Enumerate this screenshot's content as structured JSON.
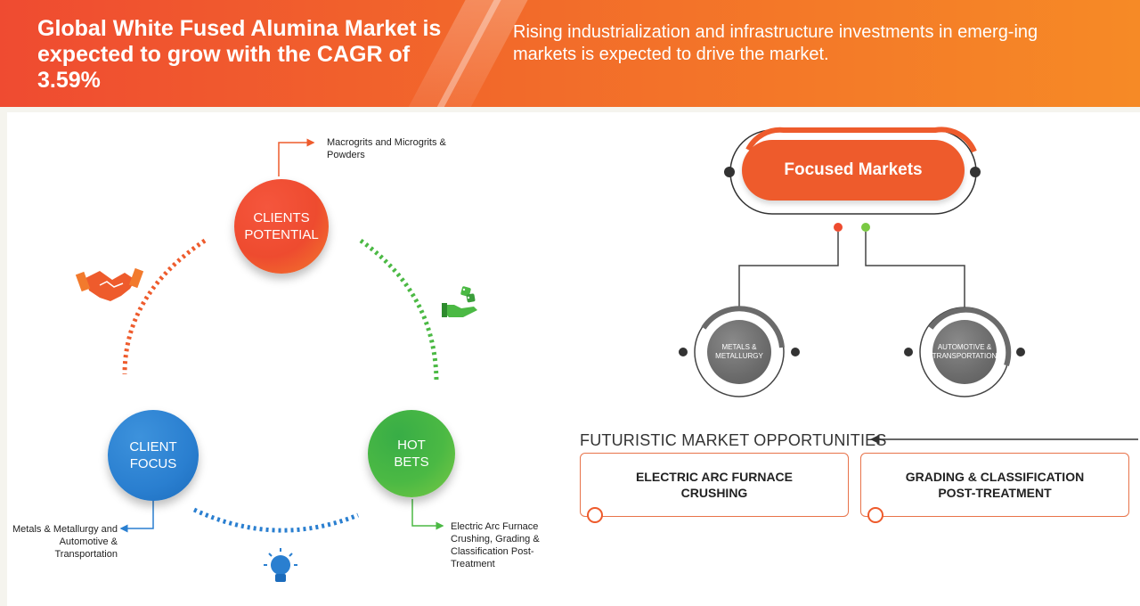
{
  "header": {
    "title": "Global White Fused Alumina Market is expected to grow with the CAGR of 3.59%",
    "subtitle": "Rising industrialization and infrastructure investments in emerg-ing markets is expected to drive the market."
  },
  "cycle": {
    "clients_potential": {
      "line1": "CLIENTS",
      "line2": "POTENTIAL",
      "note": "Macrogrits and Microgrits & Powders"
    },
    "client_focus": {
      "line1": "CLIENT",
      "line2": "FOCUS",
      "note": "Metals & Metallurgy and Automotive & Transportation"
    },
    "hot_bets": {
      "line1": "HOT",
      "line2": "BETS",
      "note": "Electric Arc Furnace Crushing, Grading & Classification Post-Treatment"
    }
  },
  "focused_markets": {
    "title": "Focused Markets",
    "markets": [
      "METALS & METALLURGY",
      "AUTOMOTIVE & TRANSPORTATION"
    ]
  },
  "futuristic": {
    "title": "FUTURISTIC MARKET OPPORTUNITIES",
    "items": [
      "ELECTRIC ARC FURNACE CRUSHING",
      "GRADING & CLASSIFICATION POST-TREATMENT"
    ]
  },
  "colors": {
    "orange": "#ee5b2c",
    "blue": "#2a7fd0",
    "green": "#4bb944",
    "grey": "#6b6b6b"
  },
  "icons": [
    "handshake-icon",
    "hand-dice-icon",
    "lightbulb-icon"
  ]
}
